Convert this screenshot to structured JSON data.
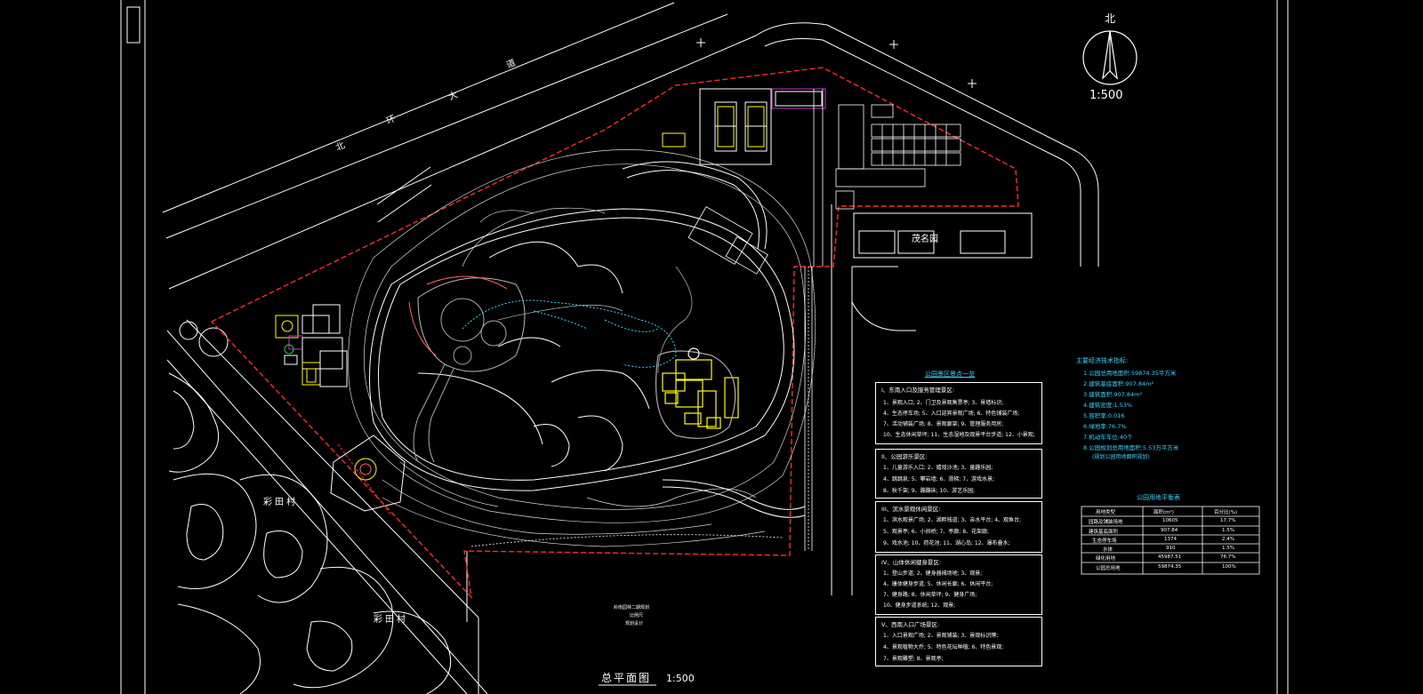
{
  "north": {
    "label": "北",
    "scale": "1:500"
  },
  "road": {
    "chars": [
      "北",
      "环",
      "大",
      "道"
    ]
  },
  "villages": [
    "彩田村",
    "彩田村"
  ],
  "building": {
    "label": "茂名园"
  },
  "drawing_title": {
    "label": "总平面图",
    "scale": "1:500"
  },
  "plan_note": [
    "岭南园林二期规划",
    "比例尺",
    "规划设计"
  ],
  "legend": {
    "title": "公园景区景点一览",
    "sections": [
      {
        "head": "I、东南入口及服务管理景区:",
        "lines": [
          "1、景观入口;  2、门卫及景观售票亭;  3、景墙标识;",
          "4、生态停车场;  5、入口迎宾景观广场;  6、特色铺装广场;",
          "7、活动铺装广场;  8、景观廊架;  9、管理服务用房;",
          "10、生态休闲草坪;  11、生态湿地及观景平台步道;  12、小景观;"
        ]
      },
      {
        "head": "II、公园游乐景区:",
        "lines": [
          "1、儿童游乐入口;  2、嬉戏沙池;  3、童趣乐园;",
          "4、跳跳泉;  5、攀岩墙;  6、滑梯;  7、游戏水景;",
          "8、秋千架;  9、蹦蹦床;  10、游艺乐园;"
        ]
      },
      {
        "head": "III、滨水景观休闲景区:",
        "lines": [
          "1、滨水观景广场;  2、湖畔栈道;  3、亲水平台;  4、观鱼台;",
          "5、观景亭;  6、小拱桥;  7、亭廊;  8、花架廊;",
          "9、戏水池;  10、荷花池;  11、湖心岛;  12、瀑布叠水;"
        ]
      },
      {
        "head": "IV、山体休闲健身景区:",
        "lines": [
          "1、登山步道;  2、健身器械场地;  3、观景;",
          "4、康体健身步道;  5、休闲长廊;  6、休闲平台;",
          "7、健身路;  8、休闲草坪;  9、健身广场;",
          "10、健身步道系统;  12、观景;"
        ]
      },
      {
        "head": "V、西南入口广场景区:",
        "lines": [
          "1、入口景观广场;  2、景观铺装;  3、景观标识牌;",
          "4、景观植物大乔;  5、特色花坛种植;  6、特色景观;",
          "7、景观雕塑;  8、景观亭;"
        ]
      }
    ]
  },
  "tech": {
    "title": "主要经济技术指标:",
    "lines": [
      "1.公园总用地面积:59874.35平方米",
      "2.建筑基底面积:907.84m²",
      "3.建筑面积:907.84m²",
      "4.建筑密度:1.53%",
      "5.容积率:0.016",
      "6.绿地率:76.7%",
      "7.机动车车位:40个",
      "8.公园规划总用地面积:5.53万平方米",
      "(规划公园用地面积规划)"
    ]
  },
  "landuse": {
    "title": "公园用地平衡表",
    "headers": [
      "用地类型",
      "面积(m²)",
      "百分比(%)"
    ],
    "rows": [
      [
        "园路及铺装场地",
        "10605",
        "17.7%"
      ],
      [
        "建筑基底面积",
        "907.84",
        "1.5%"
      ],
      [
        "生态停车场",
        "1374",
        "2.4%"
      ],
      [
        "水体",
        "910",
        "1.5%"
      ],
      [
        "绿化用地",
        "45987.51",
        "76.7%"
      ],
      [
        "公园总用地",
        "59874.35",
        "100%"
      ]
    ]
  },
  "colors": {
    "boundary": "#ff2a2a",
    "lines": "#ffffff",
    "cyan": "#33d6ff",
    "yellow": "#ffff00",
    "green": "#22cc44",
    "magenta": "#cc33cc"
  }
}
